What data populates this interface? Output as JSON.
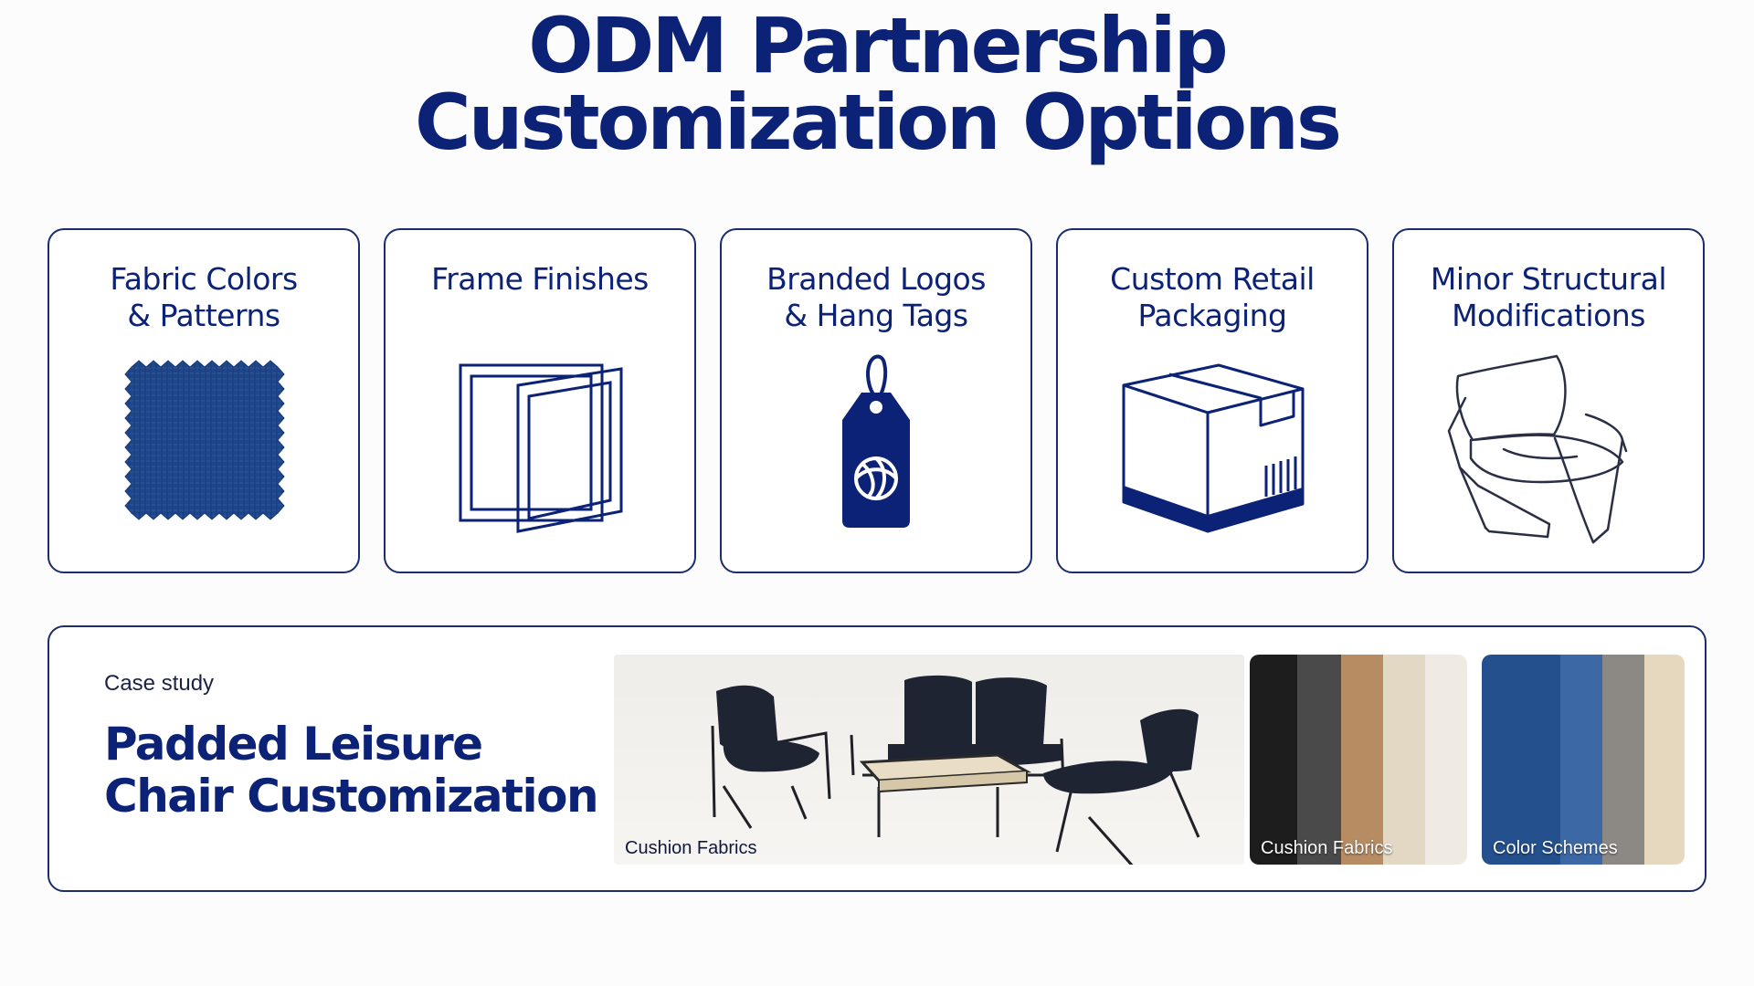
{
  "title": {
    "line1": "ODM Partnership",
    "line2": "Customization Options"
  },
  "cards": [
    {
      "lines": [
        "Fabric Colors",
        "& Patterns"
      ],
      "icon": "fabric-swatch-icon"
    },
    {
      "lines": [
        "Frame Finishes"
      ],
      "icon": "frame-icon"
    },
    {
      "lines": [
        "Branded Logos",
        "& Hang Tags"
      ],
      "icon": "hang-tag-icon"
    },
    {
      "lines": [
        "Custom Retail",
        "Packaging"
      ],
      "icon": "box-icon"
    },
    {
      "lines": [
        "Minor Structural",
        "Modifications"
      ],
      "icon": "chair-icon"
    }
  ],
  "case_study": {
    "kicker": "Case study",
    "title_line1": "Padded Leisure",
    "title_line2": "Chair Customization",
    "photo_caption": "Cushion Fabrics",
    "fabrics_caption": "Cushion Fabrics",
    "schemes_caption": "Color Schemes"
  },
  "colors": {
    "navy": "#0b2276",
    "fabric_swatch": "#1f4484",
    "cushion_fabrics": [
      "#1d1d1d",
      "#4a4a4a",
      "#b78c63",
      "#e3d8c4",
      "#efebe2"
    ],
    "color_schemes": [
      "#24508e",
      "#3c69a6",
      "#8c8884",
      "#e6d8bf"
    ]
  }
}
